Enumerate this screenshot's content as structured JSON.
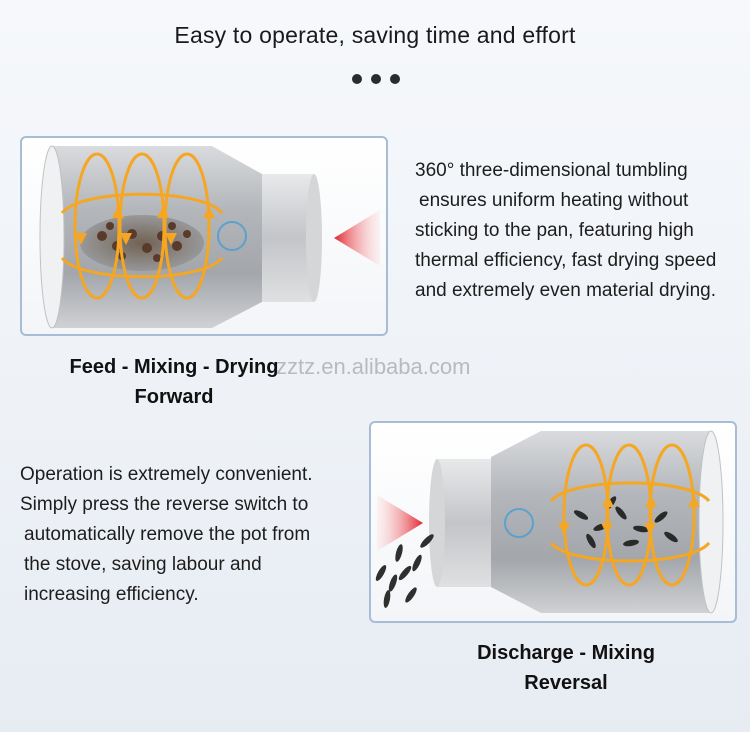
{
  "headline": "Easy to operate, saving time and effort",
  "forward": {
    "description": [
      "360° three-dimensional tumbling",
      "ensures uniform heating without",
      "sticking to the pan, featuring high",
      "thermal efficiency, fast drying speed",
      "and extremely even material drying."
    ],
    "caption": [
      "Feed - Mixing - Drying",
      "Forward"
    ]
  },
  "reverse": {
    "description": [
      "Operation is extremely convenient.",
      "Simply press the reverse switch to",
      "automatically remove the pot from",
      "the stove, saving labour and",
      "increasing efficiency."
    ],
    "caption": [
      "Discharge - Mixing",
      "Reversal"
    ]
  },
  "watermark": "zztz.en.alibaba.com",
  "colors": {
    "panel_border": "#a8bcd6",
    "arrow_orange": "#f5a623",
    "direction_arrow": "#e0262f"
  },
  "icons": [
    "rotation-arrows-icon",
    "direction-arrow-icon",
    "brand-logo-icon"
  ]
}
